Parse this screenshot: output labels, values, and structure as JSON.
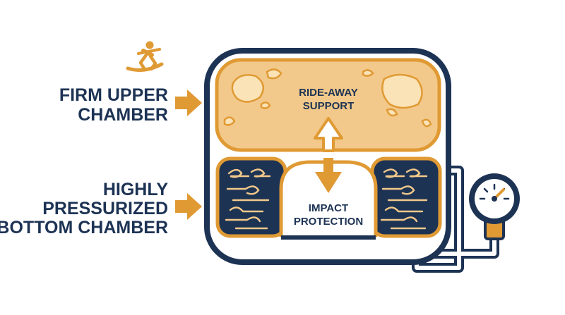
{
  "labels": {
    "upper_line1": "FIRM UPPER",
    "upper_line2": "CHAMBER",
    "lower_line1": "HIGHLY",
    "lower_line2": "PRESSURIZED",
    "lower_line3": "BOTTOM CHAMBER",
    "ride_line1": "RIDE-AWAY",
    "ride_line2": "SUPPORT",
    "impact_line1": "IMPACT",
    "impact_line2": "PROTECTION"
  },
  "icons": {
    "rider": "snowboarder-icon",
    "gauge": "pressure-gauge-icon",
    "air": "air-swirl-icon"
  },
  "colors": {
    "navy": "#1d3354",
    "orange": "#e09a34",
    "tan": "#f2c98a",
    "cream": "#fbe3b8",
    "white": "#ffffff"
  }
}
